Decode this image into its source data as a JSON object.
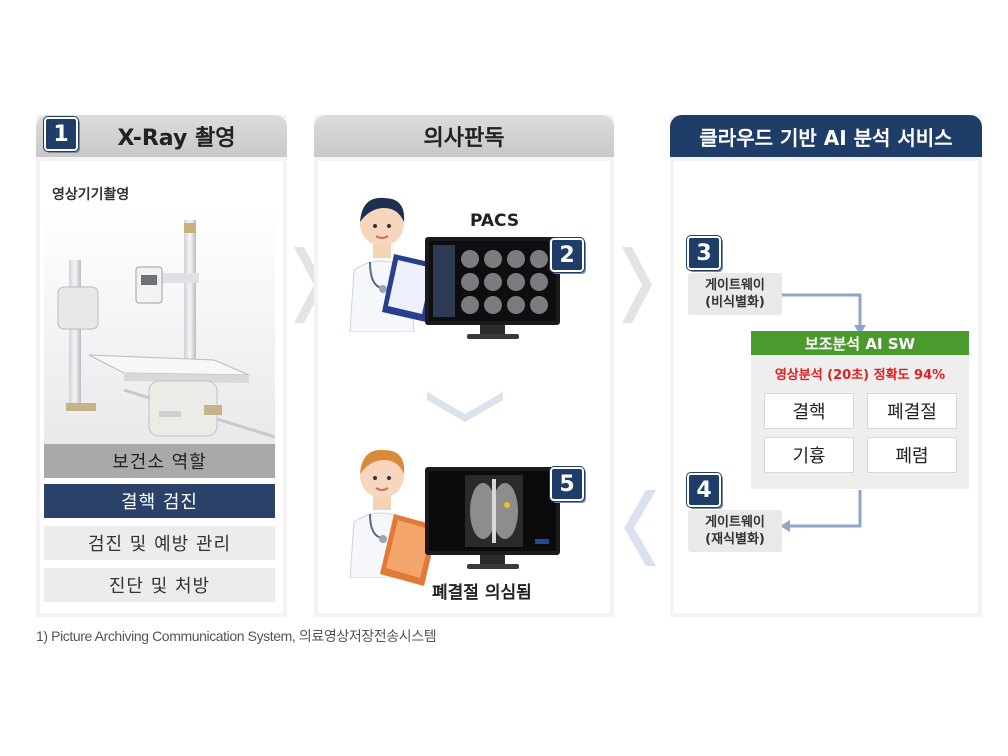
{
  "panel1": {
    "badge": "1",
    "title": "X-Ray 촬영",
    "subtitle": "영상기기촬영",
    "roles": [
      "보건소 역할",
      "결핵 검진",
      "검진 및 예방 관리",
      "진단 및 처방"
    ]
  },
  "panel2": {
    "title": "의사판독",
    "pacs_label": "PACS",
    "badge2": "2",
    "badge5": "5",
    "result_caption": "폐결절 의심됨"
  },
  "panel3": {
    "title": "클라우드 기반 AI 분석 서비스",
    "badge3": "3",
    "gateway_in": [
      "게이트웨이",
      "(비식별화)"
    ],
    "badge4": "4",
    "gateway_out": [
      "게이트웨이",
      "(재식별화)"
    ],
    "sw_title": "보조분석 AI SW",
    "sw_accuracy": "영상분석 (20초) 정확도 94%",
    "diseases": [
      "결핵",
      "폐결절",
      "기흉",
      "폐렴"
    ]
  },
  "footnote": "1) Picture Archiving Communication System, 의료영상저장전송시스템",
  "colors": {
    "navy": "#1f3d69",
    "green": "#4a9a2e",
    "accuracy_red": "#e02020",
    "arrow_blue": "#8fa6c9"
  }
}
